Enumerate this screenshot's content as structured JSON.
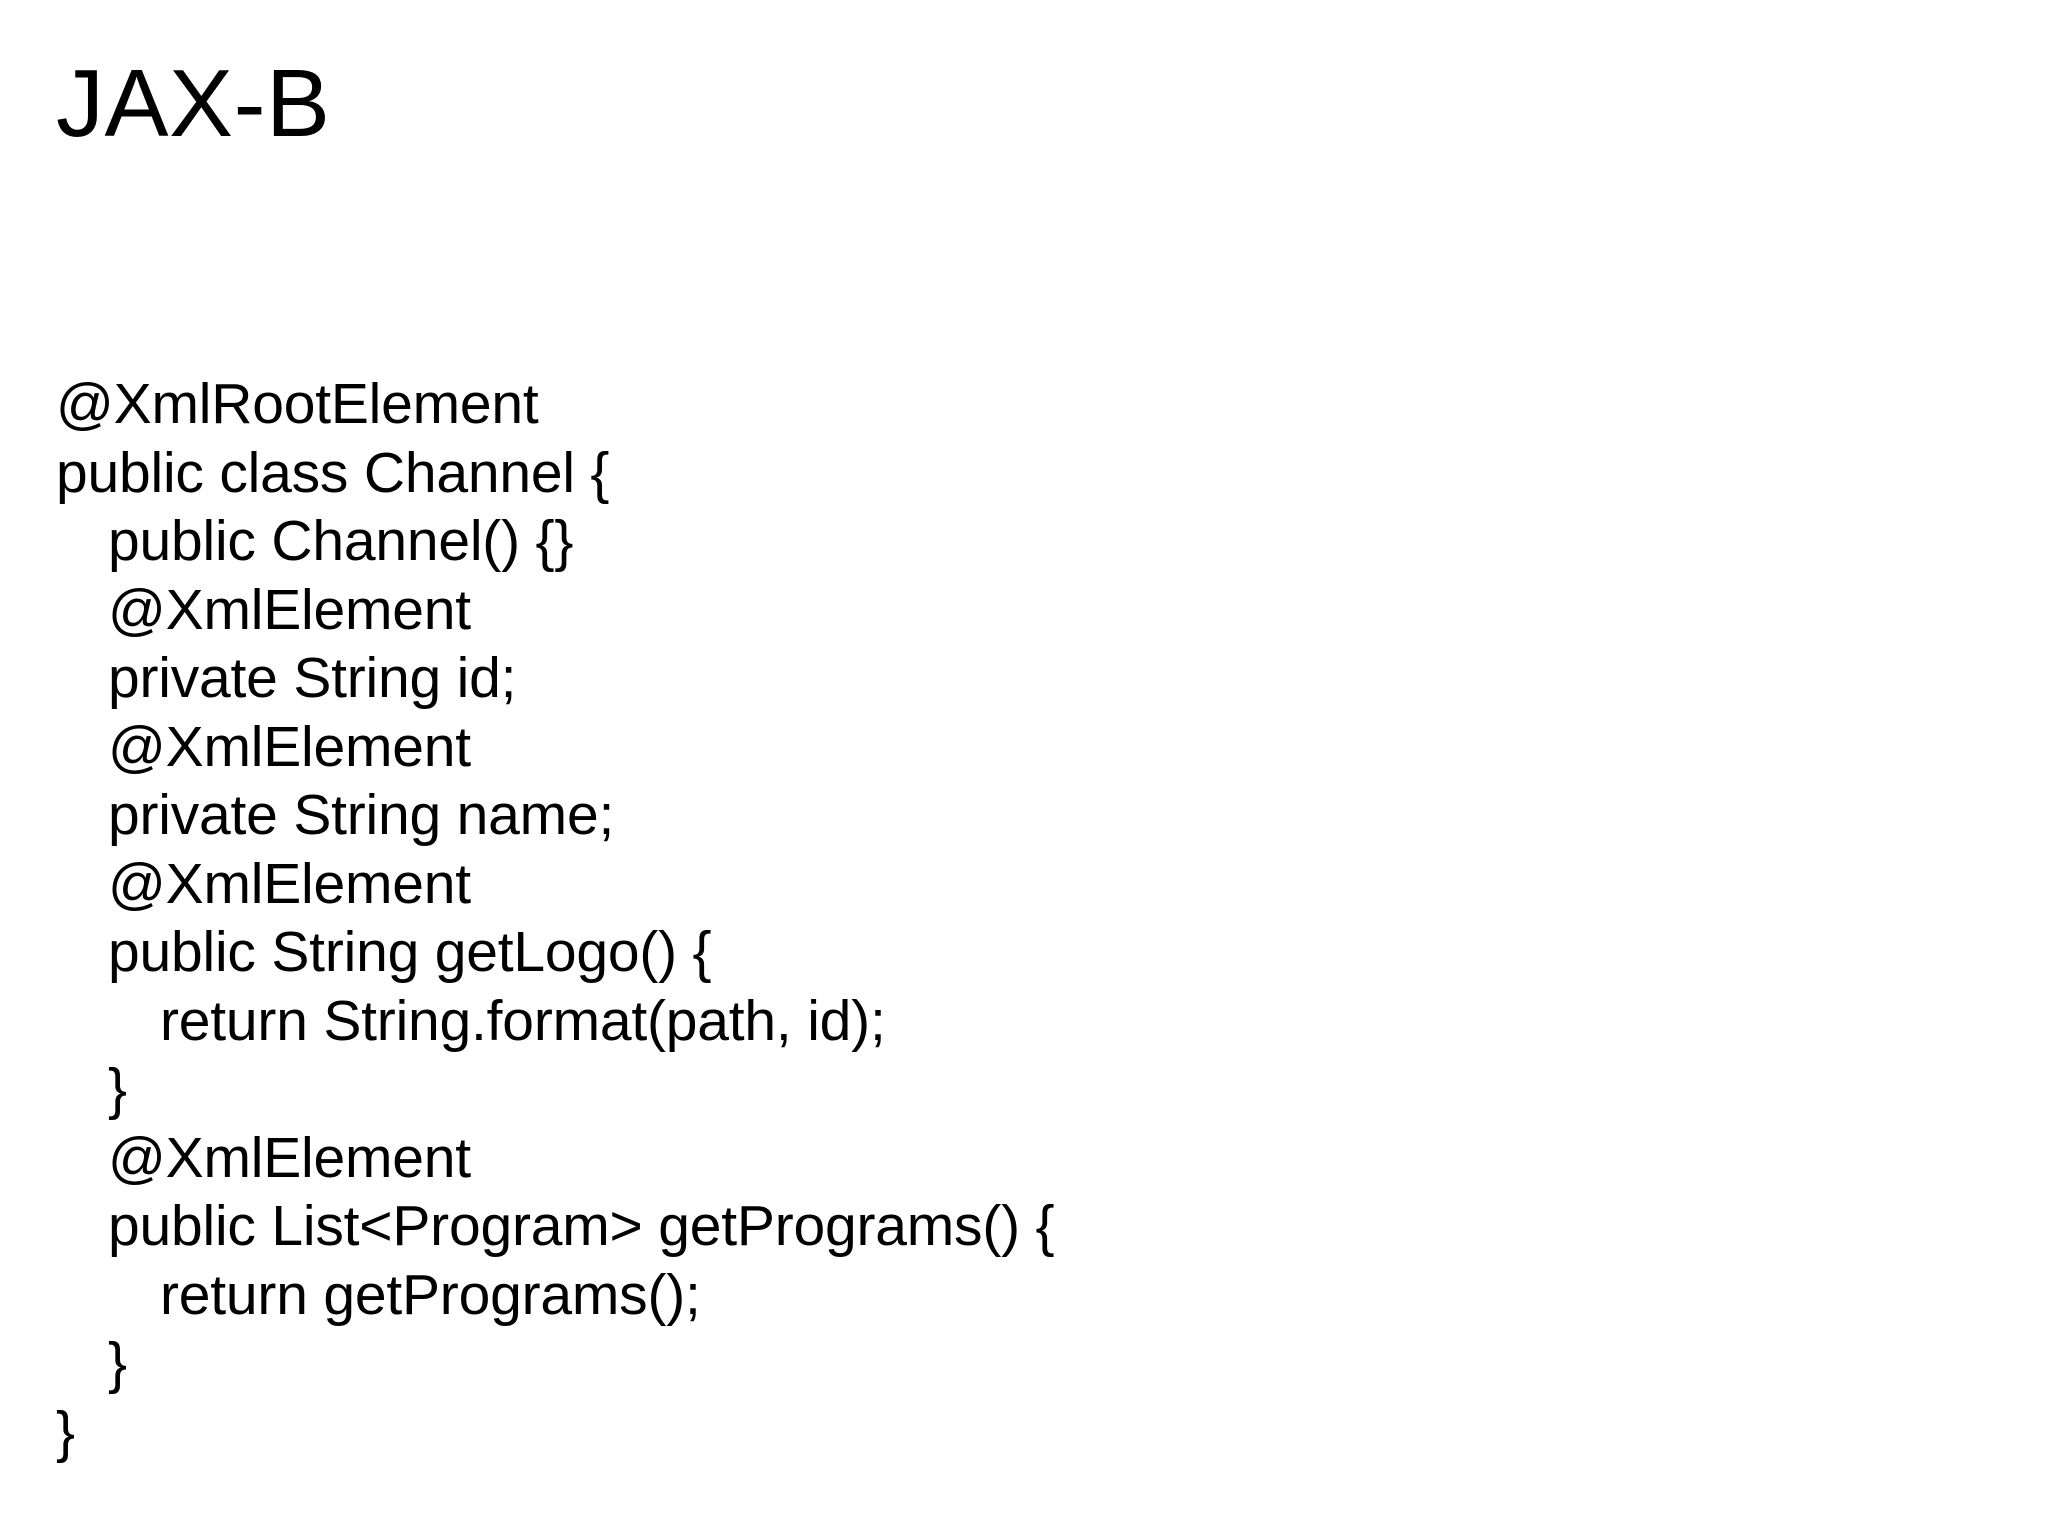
{
  "slide": {
    "title": "JAX-B",
    "background_color": "#ffffff",
    "text_color": "#000000",
    "code": {
      "language": "java",
      "lines": [
        {
          "text": "@XmlRootElement",
          "indent": 0
        },
        {
          "text": "public class Channel {",
          "indent": 0
        },
        {
          "text": "public Channel() {}",
          "indent": 1
        },
        {
          "text": "@XmlElement",
          "indent": 1
        },
        {
          "text": "private String id;",
          "indent": 1
        },
        {
          "text": "@XmlElement",
          "indent": 1
        },
        {
          "text": "private String name;",
          "indent": 1
        },
        {
          "text": "@XmlElement",
          "indent": 1
        },
        {
          "text": "public String getLogo() {",
          "indent": 1
        },
        {
          "text": "return String.format(path, id);",
          "indent": 2
        },
        {
          "text": "}",
          "indent": 1
        },
        {
          "text": "@XmlElement",
          "indent": 1
        },
        {
          "text": "public List<Program> getPrograms() {",
          "indent": 1
        },
        {
          "text": "return getPrograms();",
          "indent": 2
        },
        {
          "text": "}",
          "indent": 1
        },
        {
          "text": "}",
          "indent": 0
        }
      ]
    }
  }
}
